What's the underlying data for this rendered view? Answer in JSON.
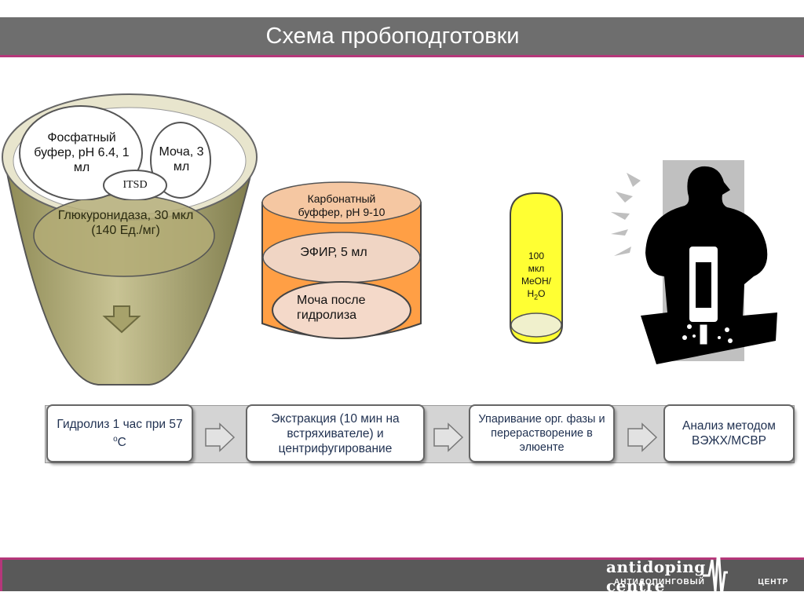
{
  "header": {
    "title": "Схема пробоподготовки"
  },
  "funnel": {
    "buffer_label": "Фосфатный буфер, pH 6.4, 1 мл",
    "urine_label": "Моча, 3 мл",
    "itsd_label": "ITSD",
    "enzyme_label": "Глюкуронидаза, 30 мкл (140 Ед./мг)"
  },
  "cylinder": {
    "carbonate_label": "Карбонатный буффер, pH 9-10",
    "ether_label": "ЭФИР, 5 мл",
    "hydrolyzed_label": "Моча после гидролиза"
  },
  "tube": {
    "line1": "100",
    "line2": "мкл",
    "line3": "MeOH/",
    "h": "H",
    "sub2": "2",
    "o": "O"
  },
  "steps": [
    {
      "label": "Гидролиз 1 час при 57 ",
      "sup": "o",
      "tail": "C"
    },
    {
      "label": "Экстракция (10 мин на встряхивателе) и центрифугирование"
    },
    {
      "label": "Упаривание орг. фазы  и перерастворение в элюенте"
    },
    {
      "label": "Анализ методом ВЭЖХ/МСВР"
    }
  ],
  "footer": {
    "logo_left": "antidoping",
    "logo_right": "centre",
    "logo_sub_left": "АНТИДОПИНГОВЫЙ",
    "logo_sub_right": "ЦЕНТР"
  },
  "colors": {
    "title_bar": "#6e6e6e",
    "accent": "#b5377a",
    "funnel": "#b3ac76",
    "cylinder": "#ff9f45",
    "tube": "#ffff33"
  }
}
